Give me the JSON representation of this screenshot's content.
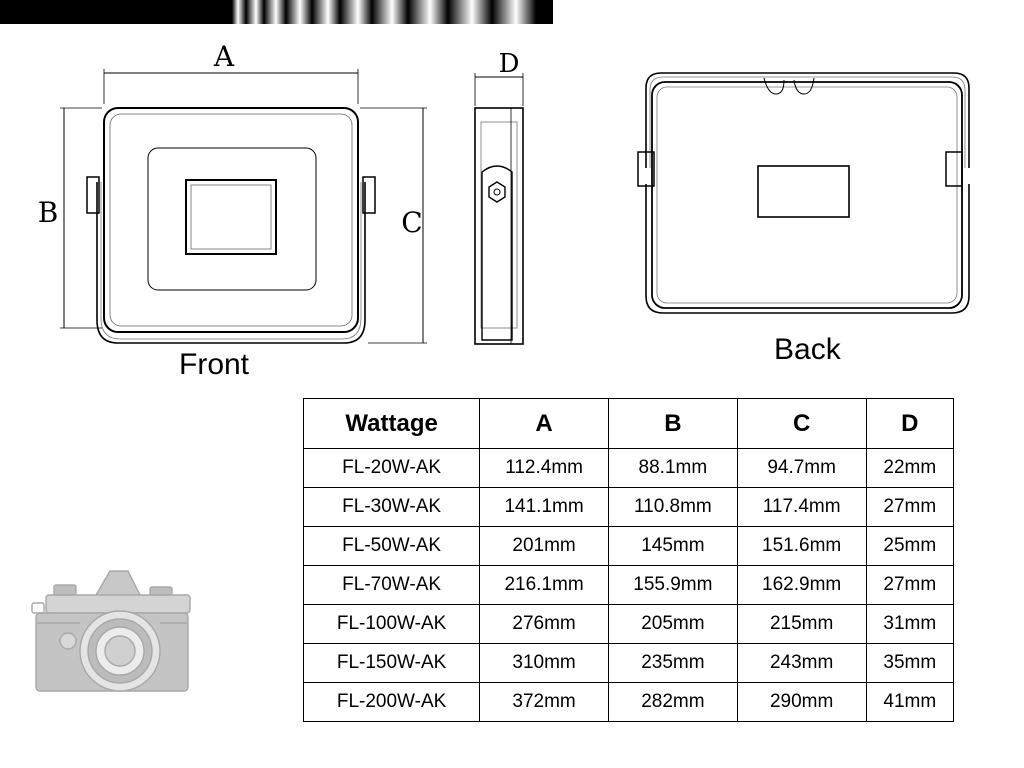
{
  "labels": {
    "front_caption": "Front",
    "back_caption": "Back",
    "dim_a": "A",
    "dim_b": "B",
    "dim_c": "C",
    "dim_d": "D"
  },
  "icons": {
    "camera": "camera-icon"
  },
  "table": {
    "headers": [
      "Wattage",
      "A",
      "B",
      "C",
      "D"
    ],
    "rows": [
      [
        "FL-20W-AK",
        "112.4mm",
        "88.1mm",
        "94.7mm",
        "22mm"
      ],
      [
        "FL-30W-AK",
        "141.1mm",
        "110.8mm",
        "117.4mm",
        "27mm"
      ],
      [
        "FL-50W-AK",
        "201mm",
        "145mm",
        "151.6mm",
        "25mm"
      ],
      [
        "FL-70W-AK",
        "216.1mm",
        "155.9mm",
        "162.9mm",
        "27mm"
      ],
      [
        "FL-100W-AK",
        "276mm",
        "205mm",
        "215mm",
        "31mm"
      ],
      [
        "FL-150W-AK",
        "310mm",
        "235mm",
        "243mm",
        "35mm"
      ],
      [
        "FL-200W-AK",
        "372mm",
        "282mm",
        "290mm",
        "41mm"
      ]
    ]
  }
}
